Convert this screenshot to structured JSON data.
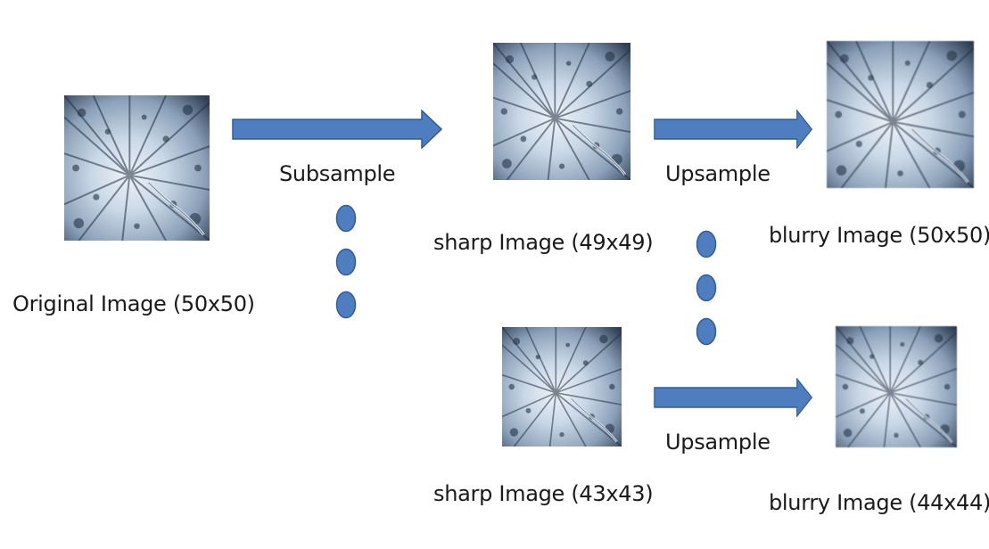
{
  "nodes": {
    "original": {
      "caption": "Original Image (50x50)"
    },
    "sharp_49": {
      "caption": "sharp Image (49x49)"
    },
    "blurry_50": {
      "caption": "blurry Image (50x50)"
    },
    "sharp_43": {
      "caption": "sharp Image (43x43)"
    },
    "blurry_44": {
      "caption": "blurry Image (44x44)"
    }
  },
  "edges": {
    "subsample": {
      "label": "Subsample"
    },
    "upsample_top": {
      "label": "Upsample"
    },
    "upsample_bottom": {
      "label": "Upsample"
    }
  },
  "colors": {
    "arrow_fill": "#4f7ec0",
    "arrow_stroke": "#2f5d9a",
    "dot_fill": "#4f7ec0",
    "dot_stroke": "#2f5d9a"
  },
  "icons": {
    "image": "snowy-forest-aerial-photo",
    "ellipsis": "vertical-ellipsis-dots"
  }
}
